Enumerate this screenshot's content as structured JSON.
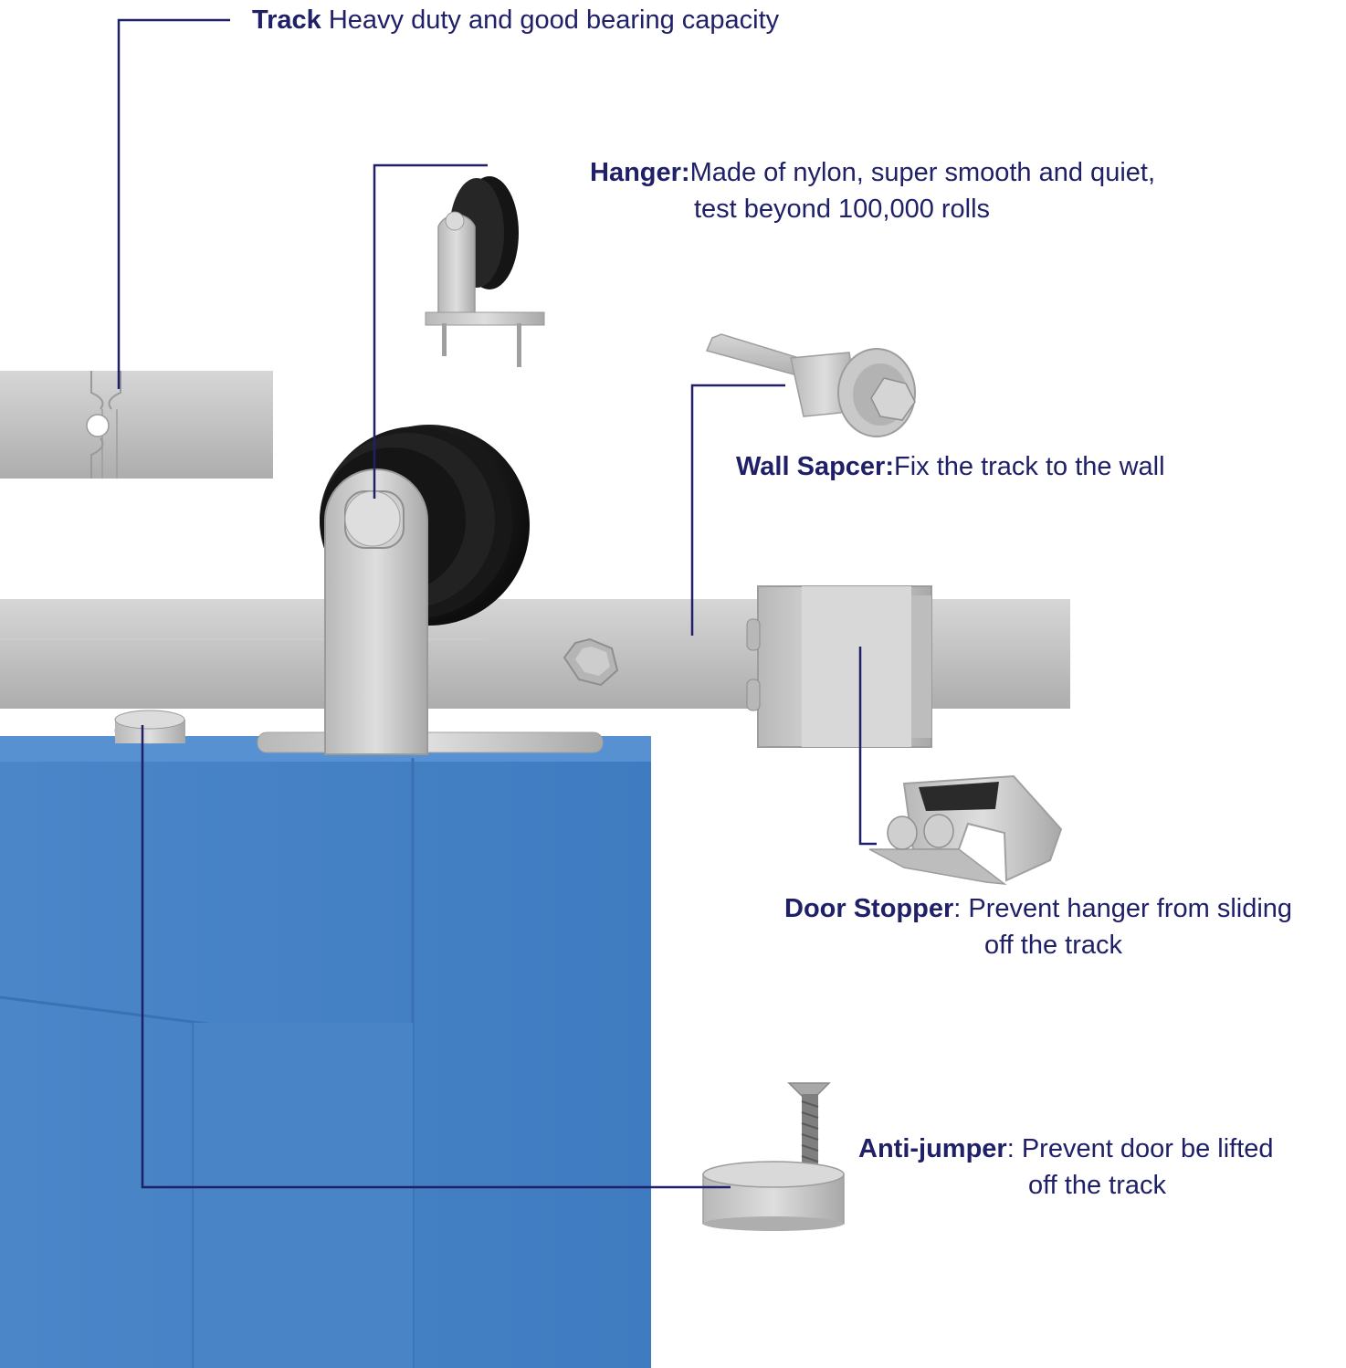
{
  "colors": {
    "label_text": "#1f2068",
    "leader_line": "#1f2068",
    "door_blue": "#4a86c8",
    "metal": "#c4c4c4",
    "wheel": "#141414"
  },
  "callouts": {
    "track": {
      "term": "Track",
      "desc": " Heavy duty and good bearing capacity"
    },
    "hanger": {
      "term": "Hanger:",
      "desc": "Made of nylon, super smooth and quiet,",
      "desc2": "test beyond 100,000 rolls"
    },
    "wall_spacer": {
      "term": "Wall Sapcer:",
      "desc": "Fix the track to the wall"
    },
    "door_stopper": {
      "term": "Door Stopper",
      "sep": ": ",
      "desc": "Prevent hanger from sliding",
      "desc2": "off the track"
    },
    "anti_jumper": {
      "term": "Anti-jumper",
      "sep": ": ",
      "desc": "Prevent door be lifted",
      "desc2": "off the track"
    }
  }
}
